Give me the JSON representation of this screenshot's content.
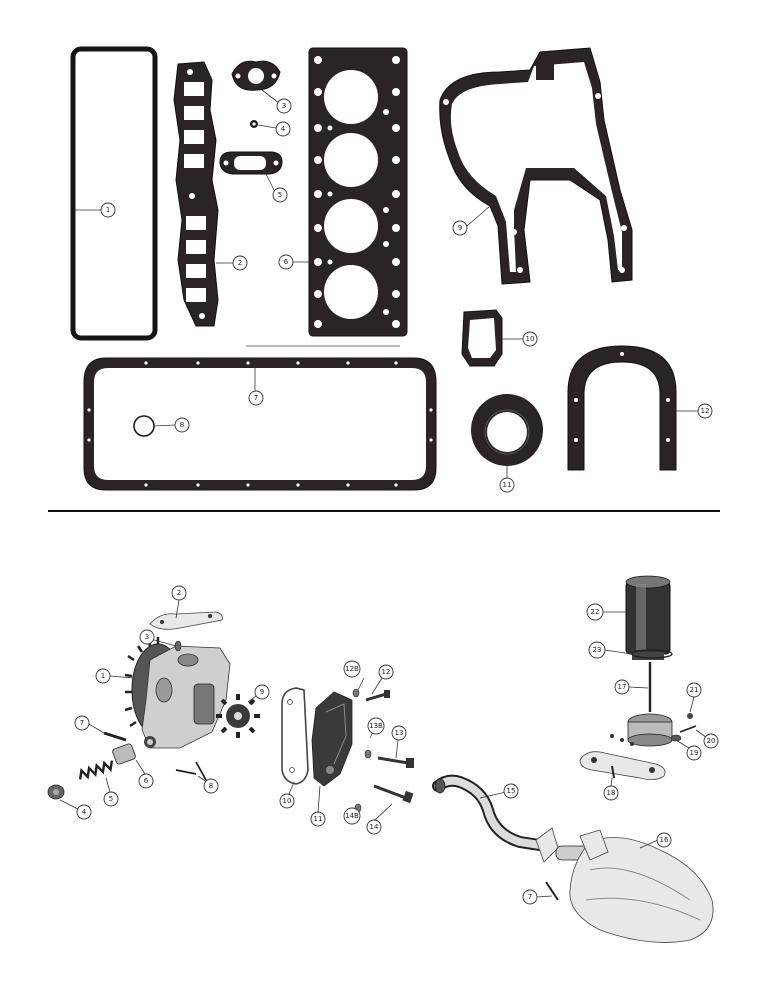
{
  "gasket_set_callouts": {
    "rocker_cover_gasket": "1",
    "manifold_gasket": "2",
    "outlet_gasket_3": "3",
    "small_washer": "4",
    "outlet_gasket_5": "5",
    "cylinder_head_gasket": "6",
    "oil_pan_gasket": "7",
    "o_ring": "8",
    "timing_cover_gasket": "9",
    "water_pump_gasket": "10",
    "front_seal": "11",
    "rear_seal_retainer": "12"
  },
  "oil_pump_callouts": {
    "pump_body": "1",
    "cover_plate": "2",
    "dowel": "3",
    "cap": "4",
    "spring": "5",
    "relief_plunger": "6",
    "pin": "7",
    "screws": "8",
    "drive_gear": "9",
    "gasket": "10",
    "filter_base": "11",
    "bolt_12": "12",
    "washer_12b": "12B",
    "bolt_13": "13",
    "washer_13b": "13B",
    "bolt_14": "14",
    "washer_14b": "14B",
    "suction_tube": "15",
    "screen": "16",
    "center_bolt": "17",
    "bracket": "18",
    "seal_19": "19",
    "seal_20": "20",
    "fitting_21": "21",
    "filter_element": "22",
    "filter_gasket": "23"
  }
}
